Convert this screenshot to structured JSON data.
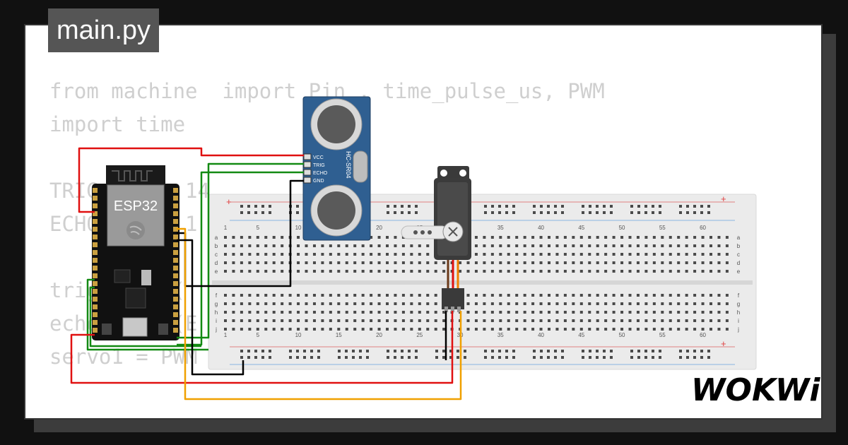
{
  "tab": {
    "title": "main.py"
  },
  "code": {
    "lines": [
      "from machine  import Pin , time_pulse_us, PWM",
      "import time",
      "",
      "TRIG_PIN = 14",
      "ECHO_PIN = 1",
      "",
      "trig = Pin(",
      "echo = Pin(E",
      "servo1 = PWM"
    ]
  },
  "esp32": {
    "label": "ESP32"
  },
  "sensor": {
    "model": "HC-SR04",
    "pins": [
      "VCC",
      "TRIG",
      "ECHO",
      "GND"
    ]
  },
  "breadboard": {
    "column_numbers": [
      "1",
      "5",
      "10",
      "15",
      "20",
      "25",
      "30",
      "35",
      "40",
      "45",
      "50",
      "55",
      "60"
    ],
    "rows_top": [
      "a",
      "b",
      "c",
      "d",
      "e"
    ],
    "rows_bottom": [
      "f",
      "g",
      "h",
      "i",
      "j"
    ],
    "plus_sign": "+"
  },
  "brand": {
    "logo": "WOKWi"
  },
  "colors": {
    "background": "#111111",
    "card": "#ffffff",
    "tab": "#555555",
    "wire_red": "#e01010",
    "wire_green": "#138a13",
    "wire_black": "#000000",
    "wire_orange": "#f0a000",
    "sensor_blue": "#2f5f91"
  }
}
